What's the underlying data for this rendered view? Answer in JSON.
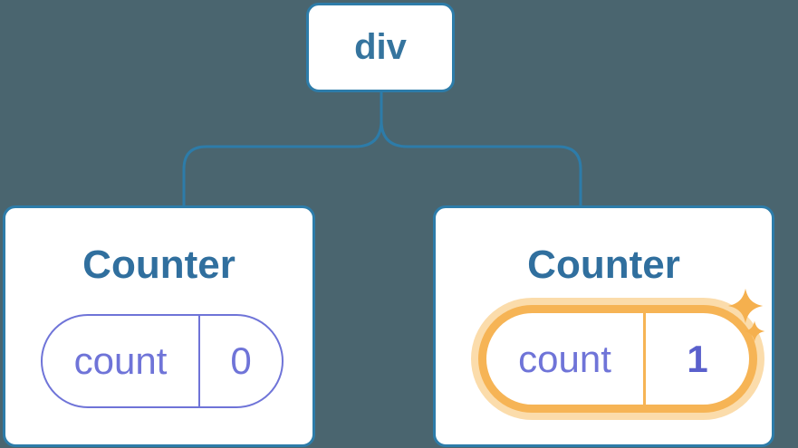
{
  "diagram": {
    "description": "Component tree diagram: a div root element with two Counter component children and their state pills",
    "root_node": {
      "label": "div"
    },
    "children": [
      {
        "title": "Counter",
        "state": {
          "key": "count",
          "value": "0"
        },
        "highlighted": false
      },
      {
        "title": "Counter",
        "state": {
          "key": "count",
          "value": "1"
        },
        "highlighted": true
      }
    ],
    "icons": {
      "sparkles": "four-point-star sparkles marking updated state"
    },
    "colors": {
      "background": "#4a656f",
      "node_fill": "#ffffff",
      "node_border": "#2d7ca9",
      "connector": "#2d7ca9",
      "node_text": "#306f9e",
      "state_border": "#6f74d8",
      "state_text": "#6f74d8",
      "highlighted_value_text": "#5a60cc",
      "highlight_border": "#f6b455",
      "highlight_glow": "#fbdcab",
      "sparkle": "#f5b04e"
    }
  }
}
